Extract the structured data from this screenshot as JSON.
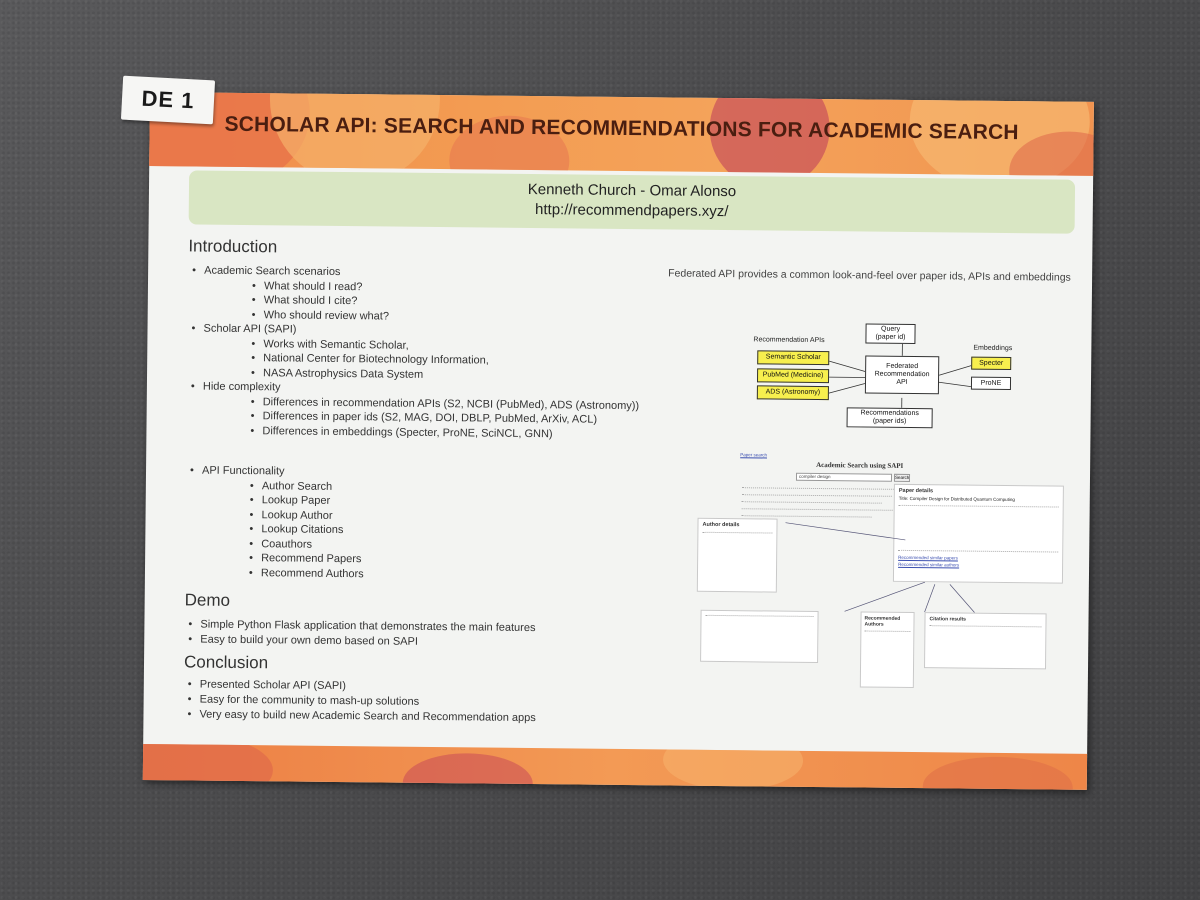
{
  "label_card": "DE 1",
  "title": "SCHOLAR API: SEARCH AND RECOMMENDATIONS FOR ACADEMIC SEARCH",
  "authors": "Kenneth Church - Omar Alonso",
  "url": "http://recommendpapers.xyz/",
  "intro": {
    "heading": "Introduction",
    "items": [
      {
        "text": "Academic Search scenarios",
        "level": 1
      },
      {
        "text": "What should I read?",
        "level": 2
      },
      {
        "text": "What should I cite?",
        "level": 2
      },
      {
        "text": "Who should review what?",
        "level": 2
      },
      {
        "text": "Scholar API (SAPI)",
        "level": 1
      },
      {
        "text": "Works with Semantic Scholar,",
        "level": 2
      },
      {
        "text": "National Center for Biotechnology Information,",
        "level": 2
      },
      {
        "text": "NASA Astrophysics Data System",
        "level": 2
      },
      {
        "text": "Hide complexity",
        "level": 1
      },
      {
        "text": "Differences in recommendation APIs (S2, NCBI (PubMed), ADS (Astronomy))",
        "level": 2
      },
      {
        "text": "Differences in paper ids (S2, MAG, DOI, DBLP, PubMed, ArXiv, ACL)",
        "level": 2
      },
      {
        "text": "Differences in embeddings (Specter, ProNE, SciNCL, GNN)",
        "level": 2
      }
    ]
  },
  "api": {
    "items": [
      {
        "text": "API Functionality",
        "level": 1
      },
      {
        "text": "Author Search",
        "level": 2
      },
      {
        "text": "Lookup Paper",
        "level": 2
      },
      {
        "text": "Lookup Author",
        "level": 2
      },
      {
        "text": "Lookup Citations",
        "level": 2
      },
      {
        "text": "Coauthors",
        "level": 2
      },
      {
        "text": "Recommend Papers",
        "level": 2
      },
      {
        "text": "Recommend Authors",
        "level": 2
      }
    ]
  },
  "demo": {
    "heading": "Demo",
    "items": [
      "Simple Python Flask application that demonstrates the main features",
      "Easy to build your own demo based on SAPI"
    ]
  },
  "conclusion": {
    "heading": "Conclusion",
    "items": [
      "Presented Scholar API (SAPI)",
      "Easy for the community to mash-up solutions",
      "Very easy to build new Academic Search and Recommendation apps"
    ]
  },
  "federated_caption": "Federated API provides a common look-and-feel over paper ids, APIs and embeddings",
  "diagram": {
    "rec_apis_label": "Recommendation APIs",
    "rec_apis": [
      "Semantic Scholar",
      "PubMed (Medicine)",
      "ADS (Astronomy)"
    ],
    "query": "Query\n(paper id)",
    "federated": "Federated\nRecommendation\nAPI",
    "recommendations": "Recommendations\n(paper ids)",
    "embeddings_label": "Embeddings",
    "embeddings": [
      "Specter",
      "ProNE"
    ]
  },
  "screenshot": {
    "paper_search_link": "Paper search",
    "heading": "Academic Search using SAPI",
    "search_value": "compiler design",
    "search_button": "Search",
    "author_details": "Author details",
    "paper_details": "Paper details",
    "paper_title": "Title: Compiler Design for Distributed Quantum Computing",
    "recommended_authors": "Recommended Authors",
    "citation_results": "Citation results",
    "rec_similar_papers": "Recommended similar papers",
    "rec_similar_authors": "Recommended similar authors"
  }
}
